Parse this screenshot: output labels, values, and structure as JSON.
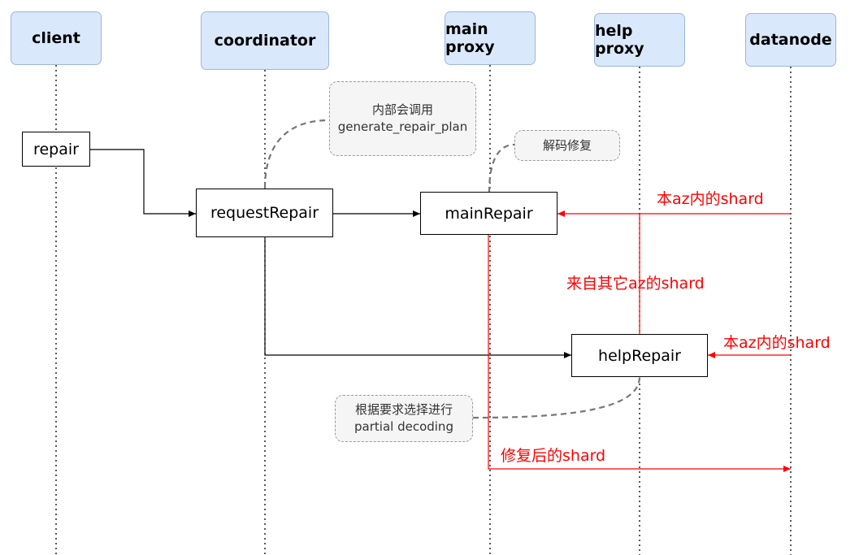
{
  "participants": {
    "client": "client",
    "coordinator": "coordinator",
    "main_proxy": "main proxy",
    "help_proxy": "help proxy",
    "datanode": "datanode"
  },
  "activations": {
    "repair": "repair",
    "request_repair": "requestRepair",
    "main_repair": "mainRepair",
    "help_repair": "helpRepair"
  },
  "notes": {
    "coordinator_note": [
      "内部会调用",
      "generate_repair_plan"
    ],
    "decode_note": [
      "解码修复"
    ],
    "partial_note": [
      "根据要求选择进行",
      "partial decoding"
    ]
  },
  "message_labels": {
    "local_shard_to_main": "本az内的shard",
    "remote_shard": "来自其它az的shard",
    "local_shard_to_help": "本az内的shard",
    "repaired_shard": "修复后的shard"
  },
  "colors": {
    "participant_fill": "#dae8fc",
    "note_fill": "#f5f5f5",
    "data_flow": "#ff0000",
    "control_flow": "#000000"
  }
}
